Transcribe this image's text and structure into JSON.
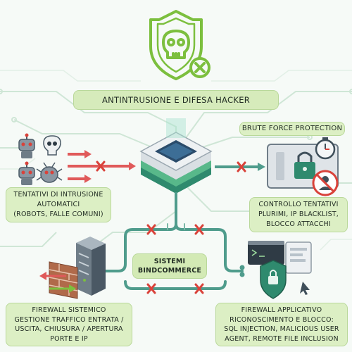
{
  "title": "ANTINTRUSIONE E DIFESA HACKER",
  "icons": {
    "header": "shield-skull-icon",
    "attackers": [
      "robot-icon",
      "skull-icon",
      "bug-robot-icon"
    ],
    "center": "firewall-chip-icon",
    "brute_force": "padlock-stopwatch-panel-icon",
    "blocked": "prohibited-user-icon",
    "firewall_system": "server-brick-wall-icon",
    "firewall_app": "shield-padlock-browser-icon"
  },
  "colors": {
    "accent": "#7cbf3e",
    "panel": "#dcefc4",
    "arrow": "#e05a5a",
    "block": "#d9423a",
    "teal": "#4f9c8c",
    "dark": "#3f4f5a"
  },
  "boxes": {
    "brute_force": "BRUTE FORCE PROTECTION",
    "intrusion": [
      "TENTATIVI DI INTRUSIONE",
      "AUTOMATICI",
      "(ROBOTS, FALLE COMUNI)"
    ],
    "control": [
      "CONTROLLO TENTATIVI",
      "PLURIMI, IP BLACKLIST,",
      "BLOCCO ATTACCHI"
    ],
    "core": [
      "SISTEMI",
      "BINDCOMMERCE"
    ],
    "firewall_system": [
      "FIREWALL SISTEMICO",
      "GESTIONE TRAFFICO ENTRATA /",
      "USCITA, CHIUSURA / APERTURA",
      "PORTE E IP"
    ],
    "firewall_app": [
      "FIREWALL APPLICATIVO",
      "RICONOSCIMENTO E BLOCCO:",
      "SQL INJECTION, MALICIOUS USER",
      "AGENT, REMOTE FILE INCLUSION"
    ]
  }
}
